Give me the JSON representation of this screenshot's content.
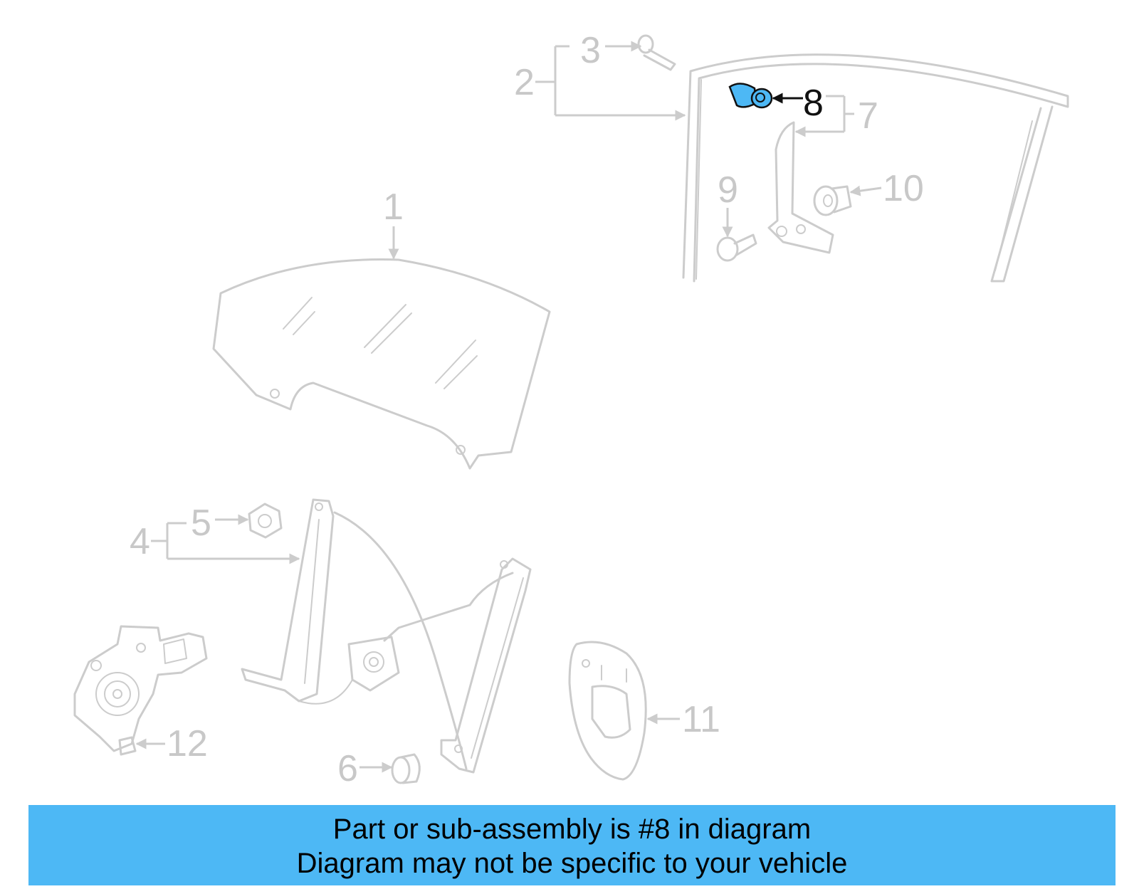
{
  "callouts": [
    "1",
    "2",
    "3",
    "4",
    "5",
    "6",
    "7",
    "8",
    "9",
    "10",
    "11",
    "12"
  ],
  "highlight_part": "8",
  "colors": {
    "banner": "#4db8f5",
    "highlight_part": "#4db8f5",
    "line_art": "#cccccc",
    "highlight_label": "#111111"
  },
  "banner": {
    "line1": "Part or sub-assembly is #8 in diagram",
    "line2": "Diagram may not be specific to your vehicle"
  }
}
